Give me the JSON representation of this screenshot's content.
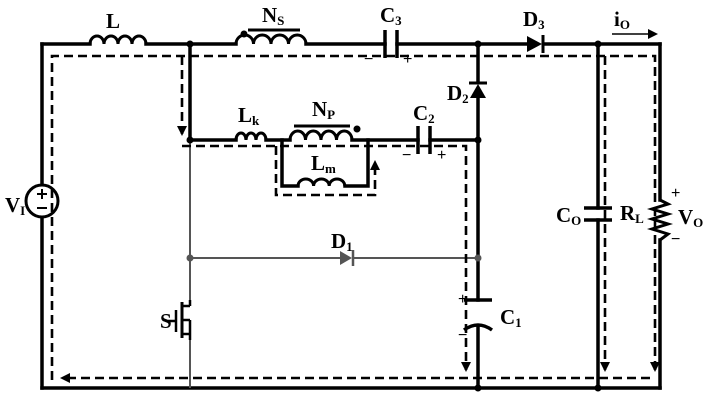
{
  "components": {
    "L": {
      "name": "L",
      "sub": ""
    },
    "NS": {
      "name": "N",
      "sub": "S"
    },
    "C3": {
      "name": "C",
      "sub": "3"
    },
    "D3": {
      "name": "D",
      "sub": "3"
    },
    "iO": {
      "name": "i",
      "sub": "O"
    },
    "D2": {
      "name": "D",
      "sub": "2"
    },
    "Lk": {
      "name": "L",
      "sub": "k"
    },
    "NP": {
      "name": "N",
      "sub": "P"
    },
    "C2": {
      "name": "C",
      "sub": "2"
    },
    "Lm": {
      "name": "L",
      "sub": "m"
    },
    "VI": {
      "name": "V",
      "sub": "I"
    },
    "D1": {
      "name": "D",
      "sub": "1"
    },
    "CO": {
      "name": "C",
      "sub": "O"
    },
    "RL": {
      "name": "R",
      "sub": "L"
    },
    "VO": {
      "name": "V",
      "sub": "O"
    },
    "S": {
      "name": "S",
      "sub": ""
    },
    "C1": {
      "name": "C",
      "sub": "1"
    }
  },
  "polarity": {
    "plus": "+",
    "minus": "−"
  }
}
